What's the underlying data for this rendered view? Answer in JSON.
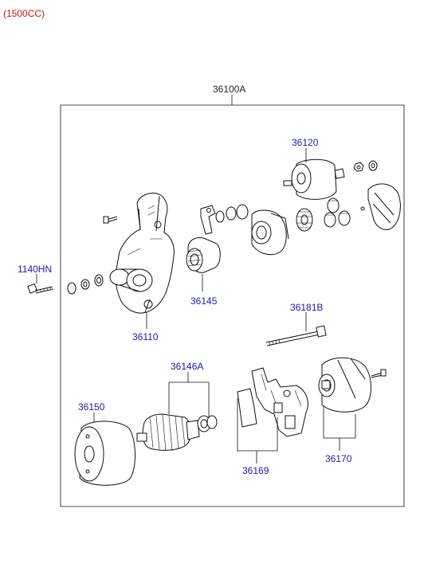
{
  "variant": "(1500CC)",
  "assembly": "36100A",
  "parts": {
    "p36120": "36120",
    "p1140HN": "1140HN",
    "p36145": "36145",
    "p36181B": "36181B",
    "p36110": "36110",
    "p36146A": "36146A",
    "p36150": "36150",
    "p36169": "36169",
    "p36170": "36170"
  },
  "colors": {
    "title": "#d01010",
    "part_label": "#1a1aa6",
    "line": "#111111"
  }
}
